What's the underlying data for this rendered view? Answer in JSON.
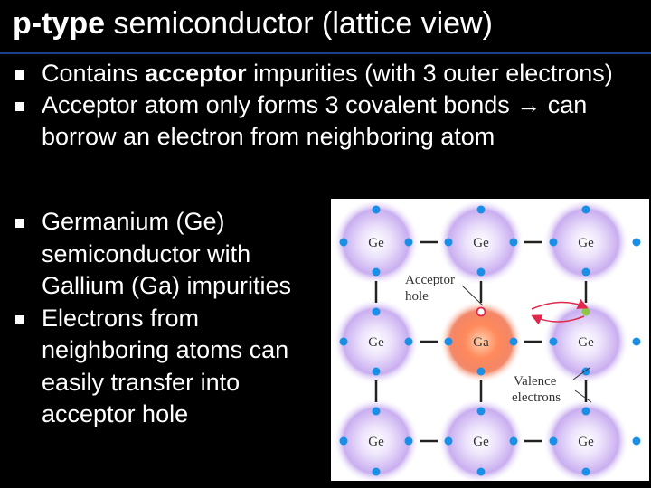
{
  "title": {
    "bold": "p-type",
    "rest": " semiconductor (lattice view)"
  },
  "bullets_top": [
    {
      "pre": "Contains ",
      "bold": "acceptor",
      "post": " impurities (with 3 outer electrons)"
    },
    {
      "text": "Acceptor atom only forms 3 covalent bonds → can borrow an electron from neighboring atom"
    }
  ],
  "bullets_bottom": [
    {
      "text": "Germanium (Ge) semiconductor with Gallium (Ga) impurities"
    },
    {
      "text": "Electrons from neighboring atoms can easily transfer into acceptor hole"
    }
  ],
  "figure": {
    "atoms": [
      "Ge",
      "Ge",
      "Ge",
      "Ge",
      "Ga",
      "Ge",
      "Ge",
      "Ge",
      "Ge"
    ],
    "labels": {
      "acceptor": [
        "Acceptor",
        "hole"
      ],
      "valence": [
        "Valence",
        "electrons"
      ]
    },
    "colors": {
      "electron": "#1a8fe6",
      "atom_glow": "#c7a7f0",
      "ga_glow": "#f05a30",
      "moved_electron": "#8dc63f",
      "hole": "#e0284a",
      "arrow": "#e0284a"
    }
  }
}
